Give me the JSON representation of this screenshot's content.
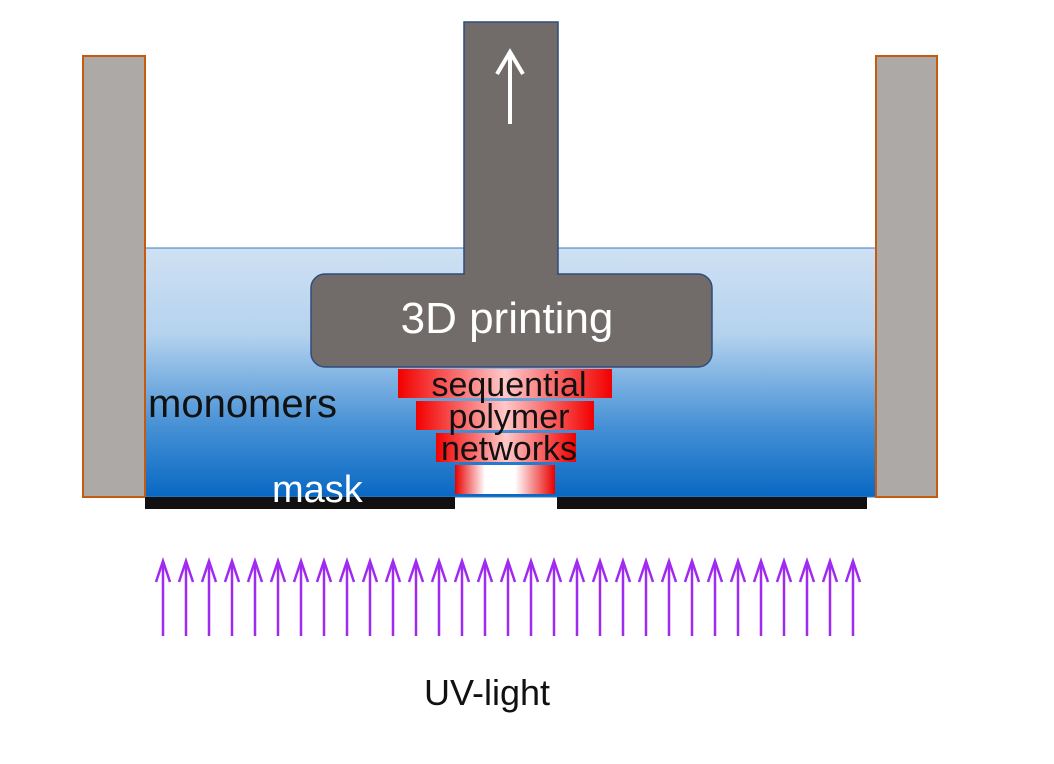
{
  "labels": {
    "printing": "3D printing",
    "monomers": "monomers",
    "mask": "mask",
    "layer_1": "sequential",
    "layer_2": "polymer",
    "layer_3": "networks",
    "light": "UV-light"
  },
  "arrow_count": 31,
  "colors": {
    "wall": "#ADA9A7",
    "wall_border": "#C55A11",
    "resin_top": "#C9DDF2",
    "resin_bottom": "#0868C3",
    "platform": "#716C6A",
    "platform_border": "#2F4C7A",
    "layer_red": "#F20000",
    "mask": "#111111",
    "uv": "#A02BF0",
    "up_arrow": "#FFFFFF"
  }
}
